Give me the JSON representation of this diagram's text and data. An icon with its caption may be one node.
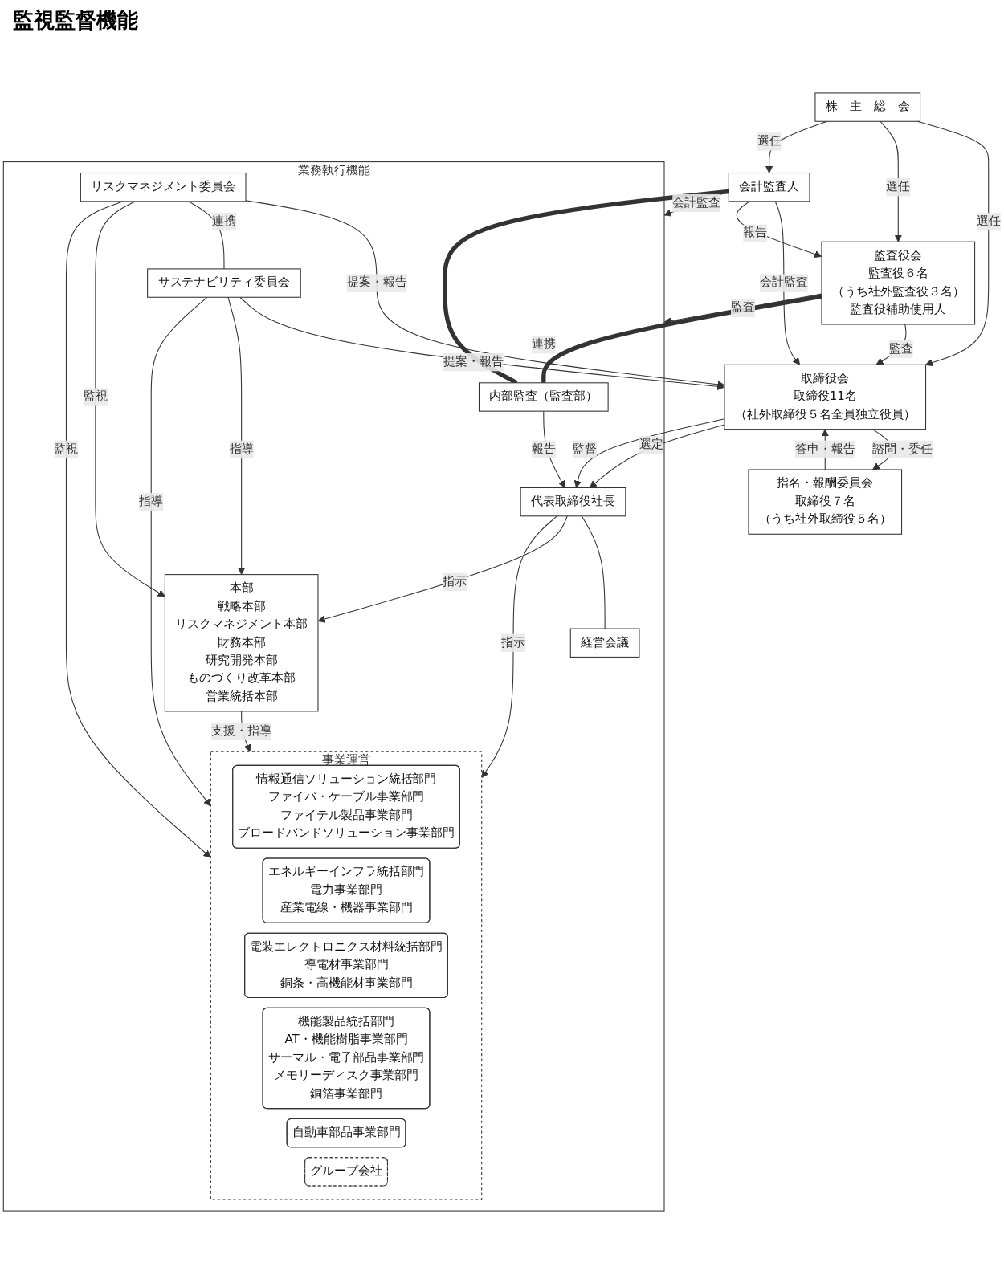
{
  "diagram": {
    "nodes": [
      {
        "text": [
          "株　主　総　会"
        ]
      },
      {
        "text": [
          "取締役会",
          "取締役11名",
          "（社外取締役５名全員独立役員）"
        ]
      },
      {
        "text": [
          "会計監査人"
        ]
      },
      {
        "text": [
          "監査役会",
          "監査役６名",
          "（うち社外監査役３名）",
          "監査役補助使用人"
        ]
      },
      {
        "text": [
          "指名・報酬委員会",
          "取締役７名",
          "（うち社外取締役５名）"
        ]
      },
      {
        "text": [
          "業務執行機能"
        ]
      },
      {
        "text": [
          "代表取締役社長"
        ],
        "in": 5
      },
      {
        "text": [
          "内部監査（監査部）"
        ],
        "in": 5
      },
      {
        "text": [
          "経営会議"
        ],
        "in": 5
      },
      {
        "text": [
          "リスクマネジメント委員会"
        ],
        "in": 5
      },
      {
        "text": [
          "サステナビリティ委員会"
        ],
        "in": 5
      },
      {
        "text": [
          "本部",
          "戦略本部",
          "リスクマネジメント本部",
          "財務本部",
          "研究開発本部",
          "ものづくり改革本部",
          "営業統括本部"
        ],
        "in": 5
      },
      {
        "text": [
          "事業運営"
        ],
        "in": 5
      },
      {
        "text": [
          "情報通信ソリューション統括部門",
          "ファイバ・ケーブル事業部門",
          "ファイテル製品事業部門",
          "ブロードバンドソリューション事業部門"
        ],
        "in": 12
      },
      {
        "text": [
          "エネルギーインフラ統括部門",
          "電力事業部門",
          "産業電線・機器事業部門"
        ],
        "in": 12
      },
      {
        "text": [
          "電装エレクトロニクス材料統括部門",
          "導電材事業部門",
          "銅条・高機能材事業部門"
        ],
        "in": 12
      },
      {
        "text": [
          "機能製品統括部門",
          "AT・機能樹脂事業部門",
          "サーマル・電子部品事業部門",
          "メモリーディスク事業部門",
          "銅箔事業部門"
        ],
        "in": 12
      },
      {
        "text": [
          "自動車部品事業部門"
        ],
        "in": 12
      },
      {
        "text": [
          "グループ会社"
        ],
        "in": 12
      }
    ],
    "edges": [
      {
        "from": 0,
        "to": 1,
        "arrow": "to",
        "label": "選任"
      },
      {
        "from": 0,
        "to": 3,
        "arrow": "to",
        "label": "選任"
      },
      {
        "from": 0,
        "to": 2,
        "arrow": "to",
        "label": "選任"
      },
      {
        "from": 2,
        "to": 1,
        "arrow": "to",
        "label": "会計監査"
      },
      {
        "from": 3,
        "to": 1,
        "arrow": "to",
        "label": "監査"
      },
      {
        "from": 2,
        "to": 3,
        "arrow": "to",
        "label": "報告"
      },
      {
        "from": 4,
        "to": 1,
        "arrow": "to",
        "label": "答申・報告"
      },
      {
        "from": 1,
        "to": 4,
        "arrow": "to",
        "label": "諮問・委任"
      },
      {
        "from": 1,
        "to": 6,
        "arrow": "to",
        "label": "選定"
      },
      {
        "from": 1,
        "to": 6,
        "arrow": "to",
        "label": "監督"
      },
      {
        "from": 3,
        "to": 5,
        "arrow": "to",
        "label": "監査"
      },
      {
        "from": 2,
        "to": 5,
        "arrow": "to",
        "label": "会計監査"
      },
      {
        "from": 3,
        "to": 7,
        "arrow": "none",
        "style": "thick",
        "label": "連携"
      },
      {
        "from": 2,
        "to": 7,
        "arrow": "none",
        "style": "thick"
      },
      {
        "from": 7,
        "to": 6,
        "arrow": "to",
        "label": "報告"
      },
      {
        "from": 6,
        "to": 8,
        "arrow": "none"
      },
      {
        "from": 9,
        "to": 1,
        "arrow": "to",
        "label": "提案・報告"
      },
      {
        "from": 10,
        "to": 1,
        "arrow": "to",
        "label": "提案・報告"
      },
      {
        "from": 9,
        "to": 10,
        "arrow": "none",
        "label": "連携"
      },
      {
        "from": 6,
        "to": 11,
        "arrow": "to",
        "label": "指示"
      },
      {
        "from": 10,
        "to": 11,
        "arrow": "to",
        "label": "指導"
      },
      {
        "from": 9,
        "to": 11,
        "arrow": "to",
        "label": "監視"
      },
      {
        "from": 6,
        "to": 12,
        "arrow": "to",
        "label": "指示"
      },
      {
        "from": 9,
        "to": 12,
        "arrow": "to",
        "label": "監視"
      },
      {
        "from": 10,
        "to": 12,
        "arrow": "to",
        "label": "指導"
      },
      {
        "from": 11,
        "to": 12,
        "arrow": "to",
        "label": "支援・指導"
      }
    ],
    "labels": [
      "監視監督機能"
    ]
  }
}
